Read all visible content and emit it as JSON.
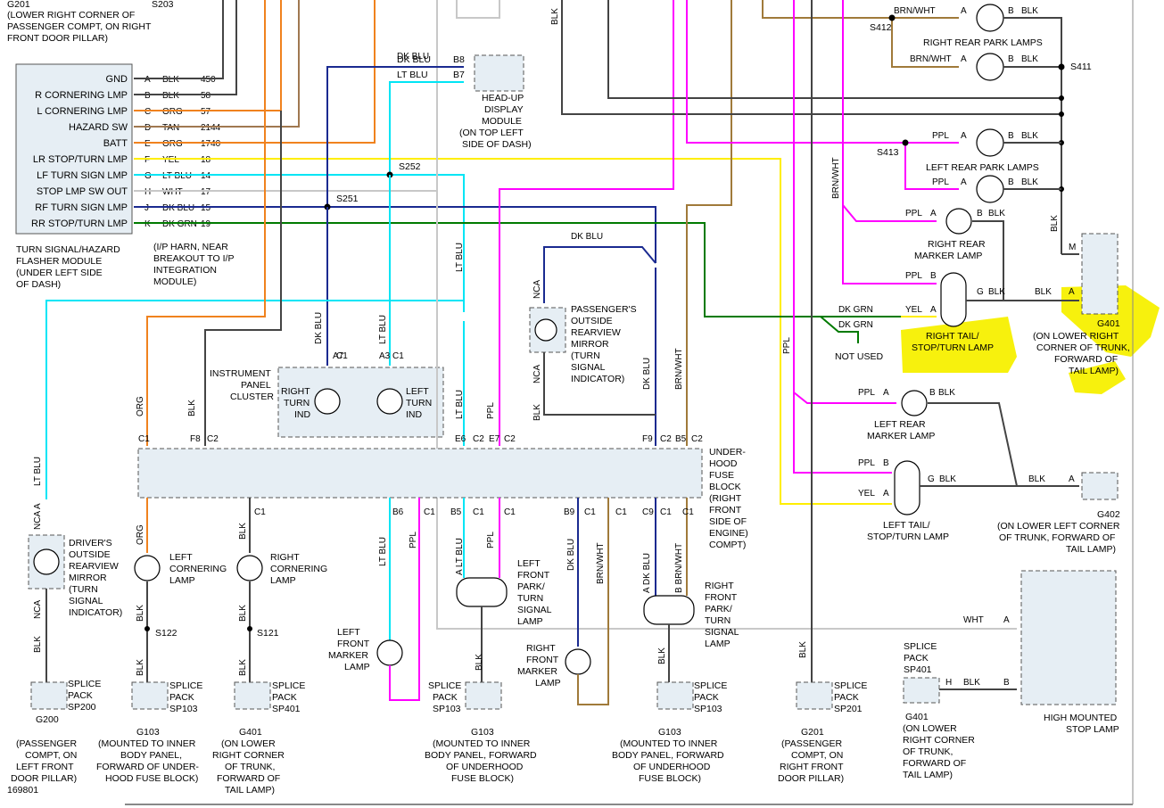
{
  "colors": {
    "BLK": "#444444",
    "ORG": "#f0821e",
    "TAN": "#a07850",
    "YEL": "#ffee00",
    "LT BLU": "#00e5f5",
    "DK BLU": "#1a2a90",
    "DK GRN": "#007a00",
    "PPL": "#ff00ff",
    "BRN/WHT": "#a07a3a",
    "WHT": "#c8c8c8",
    "highlight": "#f7f000"
  },
  "top_notes": {
    "g201": "G201",
    "g201_loc": [
      "(LOWER RIGHT CORNER OF",
      "PASSENGER COMPT, ON RIGHT",
      "FRONT DOOR PILLAR)"
    ],
    "s203": "S203"
  },
  "flasher": {
    "rows": [
      {
        "name": "GND",
        "pin": "A",
        "color": "BLK",
        "circuit": "450"
      },
      {
        "name": "R CORNERING LMP",
        "pin": "B",
        "color": "BLK",
        "circuit": "58"
      },
      {
        "name": "L CORNERING LMP",
        "pin": "C",
        "color": "ORG",
        "circuit": "57"
      },
      {
        "name": "HAZARD SW",
        "pin": "D",
        "color": "TAN",
        "circuit": "2144"
      },
      {
        "name": "BATT",
        "pin": "E",
        "color": "ORG",
        "circuit": "1740"
      },
      {
        "name": "LR STOP/TURN LMP",
        "pin": "F",
        "color": "YEL",
        "circuit": "18"
      },
      {
        "name": "LF TURN SIGN LMP",
        "pin": "G",
        "color": "LT BLU",
        "circuit": "14"
      },
      {
        "name": "STOP LMP SW OUT",
        "pin": "H",
        "color": "WHT",
        "circuit": "17"
      },
      {
        "name": "RF TURN SIGN LMP",
        "pin": "J",
        "color": "DK BLU",
        "circuit": "15"
      },
      {
        "name": "RR STOP/TURN LMP",
        "pin": "K",
        "color": "DK GRN",
        "circuit": "19"
      }
    ],
    "caption": [
      "TURN SIGNAL/HAZARD",
      "FLASHER MODULE",
      "(UNDER LEFT SIDE",
      "OF DASH)"
    ]
  },
  "labels": {
    "s252": "S252",
    "s251": "S251",
    "ip_harn": [
      "(I/P HARN, NEAR",
      "BREAKOUT TO I/P",
      "INTEGRATION",
      "MODULE)"
    ],
    "hud": [
      "HEAD-UP",
      "DISPLAY",
      "MODULE",
      "(ON TOP LEFT",
      "SIDE OF DASH)"
    ],
    "hud_wires": {
      "dkblu": "DK BLU",
      "ltblu": "LT BLU",
      "b8": "B8",
      "b7": "B7"
    },
    "ipc": [
      "INSTRUMENT",
      "PANEL",
      "CLUSTER"
    ],
    "right_turn_ind": [
      "RIGHT",
      "TURN",
      "IND"
    ],
    "left_turn_ind": [
      "LEFT",
      "TURN",
      "IND"
    ],
    "fuse_block": [
      "UNDER-",
      "HOOD",
      "FUSE",
      "BLOCK",
      "(RIGHT",
      "FRONT",
      "SIDE OF",
      "ENGINE)",
      "COMPT)"
    ],
    "pass_mirror": [
      "PASSENGER'S",
      "OUTSIDE",
      "REARVIEW",
      "MIRROR",
      "(TURN",
      "SIGNAL",
      "INDICATOR)"
    ],
    "drv_mirror": [
      "DRIVER'S",
      "OUTSIDE",
      "REARVIEW",
      "MIRROR",
      "(TURN",
      "SIGNAL",
      "INDICATOR)"
    ],
    "left_cornering": [
      "LEFT",
      "CORNERING",
      "LAMP"
    ],
    "right_cornering": [
      "RIGHT",
      "CORNERING",
      "LAMP"
    ],
    "left_front_marker": [
      "LEFT",
      "FRONT",
      "MARKER",
      "LAMP"
    ],
    "left_front_park": [
      "LEFT",
      "FRONT",
      "PARK/",
      "TURN",
      "SIGNAL",
      "LAMP"
    ],
    "right_front_marker": [
      "RIGHT",
      "FRONT",
      "MARKER",
      "LAMP"
    ],
    "right_front_park": [
      "RIGHT",
      "FRONT",
      "PARK/",
      "TURN",
      "SIGNAL",
      "LAMP"
    ],
    "right_rear_park": "RIGHT REAR PARK LAMPS",
    "left_rear_park": "LEFT REAR PARK LAMPS",
    "right_rear_marker": [
      "RIGHT REAR",
      "MARKER LAMP"
    ],
    "right_tail": [
      "RIGHT TAIL/",
      "STOP/TURN LAMP"
    ],
    "left_rear_marker": [
      "LEFT REAR",
      "MARKER LAMP"
    ],
    "left_tail": [
      "LEFT TAIL/",
      "STOP/TURN LAMP"
    ],
    "not_used": "NOT USED",
    "hmsl": [
      "HIGH MOUNTED",
      "STOP LAMP"
    ],
    "g401_right": [
      "G401",
      "(ON LOWER RIGHT",
      "CORNER OF TRUNK,",
      "FORWARD OF",
      "TAIL LAMP)"
    ],
    "g402": [
      "G402",
      "(ON LOWER LEFT CORNER",
      "OF TRUNK, FORWARD OF",
      "TAIL LAMP)"
    ],
    "s412": "S412",
    "s411": "S411",
    "s413": "S413",
    "s122": "S122",
    "s121": "S121",
    "sp200": [
      "SPLICE",
      "PACK",
      "SP200"
    ],
    "sp103a": [
      "SPLICE",
      "PACK",
      "SP103"
    ],
    "sp401a": [
      "SPLICE",
      "PACK",
      "SP401"
    ],
    "sp103b": [
      "SPLICE",
      "PACK",
      "SP103"
    ],
    "sp103c": [
      "SPLICE",
      "PACK",
      "SP103"
    ],
    "sp201": [
      "SPLICE",
      "PACK",
      "SP201"
    ],
    "sp401b": [
      "SPLICE",
      "PACK",
      "SP401"
    ],
    "g200": [
      "G200",
      "(PASSENGER",
      "COMPT, ON",
      "LEFT FRONT",
      "DOOR PILLAR)"
    ],
    "g103a": [
      "G103",
      "(MOUNTED TO INNER",
      "BODY PANEL,",
      "FORWARD OF UNDER-",
      "HOOD FUSE BLOCK)"
    ],
    "g401a": [
      "G401",
      "(ON LOWER",
      "RIGHT CORNER",
      "OF TRUNK,",
      "FORWARD OF",
      "TAIL LAMP)"
    ],
    "g103b": [
      "G103",
      "(MOUNTED TO INNER",
      "BODY PANEL, FORWARD",
      "OF UNDERHOOD",
      "FUSE BLOCK)"
    ],
    "g103c": [
      "G103",
      "(MOUNTED TO INNER",
      "BODY PANEL, FORWARD",
      "OF UNDERHOOD",
      "FUSE BLOCK)"
    ],
    "g201b": [
      "G201",
      "(PASSENGER",
      "COMPT, ON",
      "RIGHT FRONT",
      "DOOR PILLAR)"
    ],
    "g401b": [
      "G401",
      "(ON LOWER",
      "RIGHT CORNER",
      "OF TRUNK,",
      "FORWARD OF",
      "TAIL LAMP)"
    ],
    "figure_no": "169801"
  }
}
